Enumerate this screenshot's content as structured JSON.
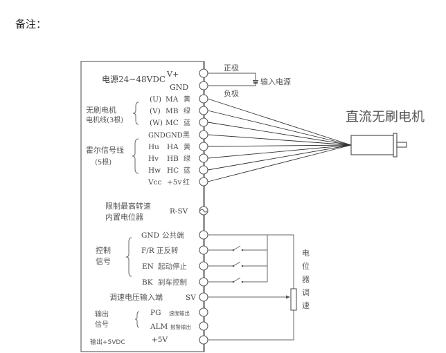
{
  "note_label": "备注：",
  "controller": {
    "power": {
      "label": "电源24~48VDC",
      "terminals": [
        "V+",
        "GND"
      ]
    },
    "motor_lines": {
      "label_line1": "无刷电机",
      "label_line2": "电机线(3根)",
      "rows": [
        {
          "phase": "(U)",
          "pin": "MA",
          "color": "黄"
        },
        {
          "phase": "(V)",
          "pin": "MB",
          "color": "绿"
        },
        {
          "phase": "(W)",
          "pin": "MC",
          "color": "蓝"
        }
      ]
    },
    "hall_lines": {
      "label_line1": "霍尔信号线",
      "label_line2": "(5根)",
      "rows": [
        {
          "phase": "GND",
          "pin": "GND",
          "color": "黑"
        },
        {
          "phase": "Hu",
          "pin": "HA",
          "color": "黄"
        },
        {
          "phase": "Hv",
          "pin": "HB",
          "color": "绿"
        },
        {
          "phase": "Hw",
          "pin": "HC",
          "color": "蓝"
        },
        {
          "phase": "Vcc",
          "pin": "+5v",
          "color": "红"
        }
      ]
    },
    "speed_limit": {
      "label_line1": "限制最高转速",
      "label_line2": "内置电位器",
      "terminal": "R-SV"
    },
    "control": {
      "label_line1": "控制",
      "label_line2": "信号",
      "rows": [
        {
          "pin": "GND",
          "desc": "公共端"
        },
        {
          "pin": "F/R",
          "desc": "正反转"
        },
        {
          "pin": "EN",
          "desc": "起动停止"
        },
        {
          "pin": "BK",
          "desc": "刹车控制"
        }
      ]
    },
    "speed_input": {
      "label": "调速电压输入端",
      "terminal": "SV"
    },
    "output": {
      "label_line1": "输出",
      "label_line2": "信号",
      "rows": [
        {
          "pin": "PG",
          "desc": "速度输出"
        },
        {
          "pin": "ALM",
          "desc": "报警输出"
        }
      ]
    },
    "out5v": {
      "label": "输出+5VDC",
      "terminal": "+5V"
    }
  },
  "power_source": {
    "positive": "正极",
    "negative": "负极",
    "label": "输入电源"
  },
  "motor": {
    "title": "直流无刷电机"
  },
  "potentiometer": {
    "label_chars": [
      "电",
      "位",
      "器",
      "调",
      "速"
    ]
  }
}
